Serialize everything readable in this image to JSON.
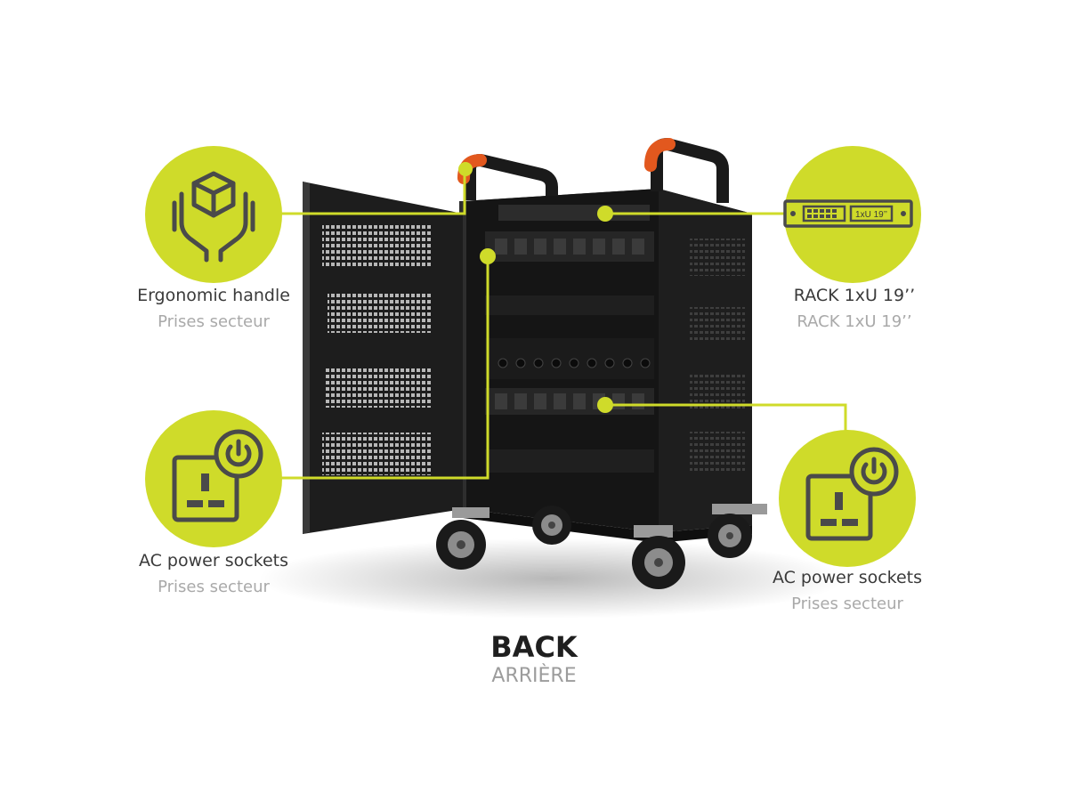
{
  "colors": {
    "accent": "#cfdb2a",
    "icon_stroke": "#4a4a4a",
    "cabinet": "#232323",
    "cabinet_dark": "#141414",
    "handle_orange": "#e2581e",
    "text_primary": "#3a3a3a",
    "text_secondary": "#a9a9a9"
  },
  "callouts": {
    "handle": {
      "icon": "hands-box-icon",
      "label": "Ergonomic handle",
      "sublabel": "Prises secteur"
    },
    "socket_left": {
      "icon": "power-socket-icon",
      "label": "AC power sockets",
      "sublabel": "Prises secteur"
    },
    "rack": {
      "icon": "rack-unit-icon",
      "label": "RACK 1xU 19’’",
      "sublabel": "RACK 1xU 19’’",
      "badge": "1xU 19’’"
    },
    "socket_right": {
      "icon": "power-socket-icon",
      "label": "AC power sockets",
      "sublabel": "Prises secteur"
    }
  },
  "caption": {
    "title": "BACK",
    "subtitle": "ARRIÈRE"
  }
}
